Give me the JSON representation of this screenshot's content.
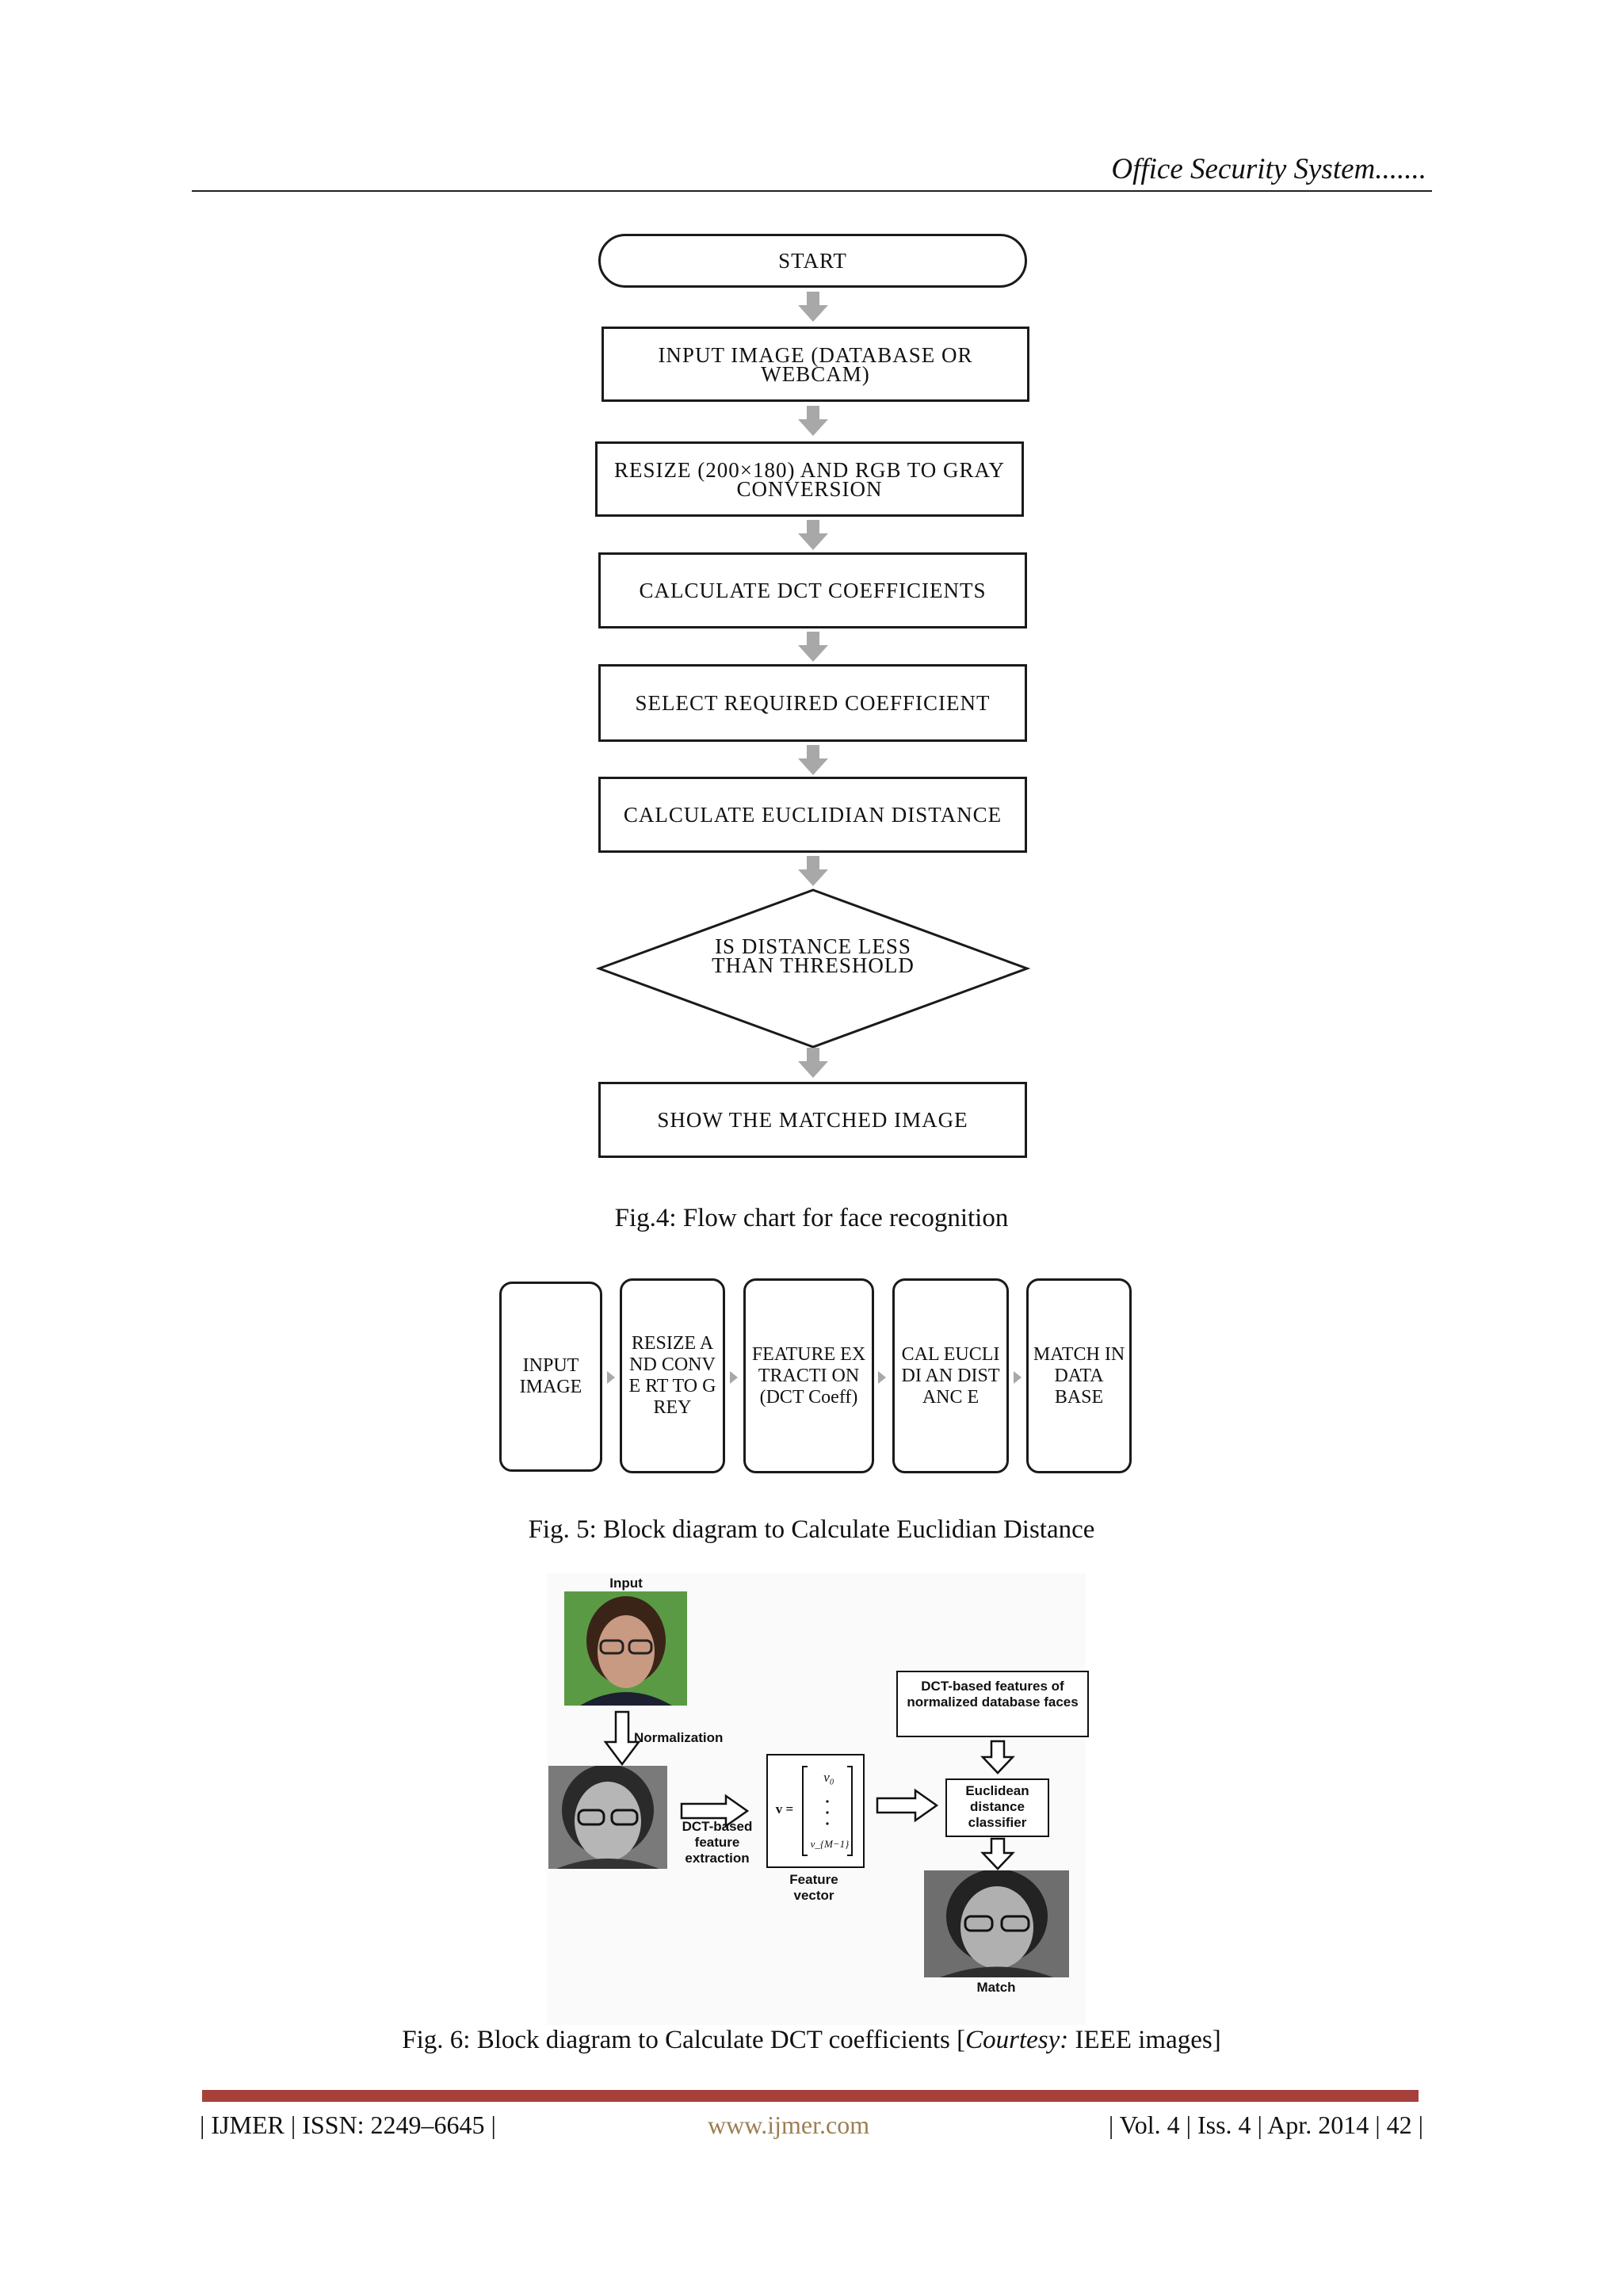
{
  "header": {
    "running_title": "Office Security System......."
  },
  "fig4": {
    "steps": [
      "START",
      "INPUT IMAGE (DATABASE OR WEBCAM)",
      "RESIZE (200×180) AND RGB  TO GRAY CONVERSION",
      "CALCULATE DCT COEFFICIENTS",
      "SELECT REQUIRED COEFFICIENT",
      "CALCULATE EUCLIDIAN DISTANCE",
      "IS DISTANCE LESS THAN THRESHOLD",
      "SHOW THE MATCHED IMAGE"
    ],
    "caption": "Fig.4: Flow chart for face recognition"
  },
  "fig5": {
    "blocks": [
      "INPUT IMAGE",
      "RESIZE AND CONVE RT TO GREY",
      "FEATURE EXTRACTI ON(DCT Coeff)",
      "CAL EUCLIDI AN DISTANC E",
      "MATCH IN DATA BASE"
    ],
    "caption": "Fig. 5: Block diagram to Calculate Euclidian Distance"
  },
  "fig6": {
    "input_label": "Input",
    "normalization_label": "Normalization",
    "dct_label": "DCT-based feature extraction",
    "vector_eq": "v =",
    "vector_top": "v₀",
    "vector_bottom": "v_{M−1}",
    "feature_vector_label": "Feature vector",
    "db_label": "DCT-based features of normalized database faces",
    "classifier_label": "Euclidean distance classifier",
    "match_label": "Match",
    "caption_prefix": "Fig. 6: Block diagram to Calculate DCT coefficients [",
    "caption_italic": "Courtesy:",
    "caption_suffix": "  IEEE images]"
  },
  "footer": {
    "left": "| IJMER | ISSN: 2249–6645 |",
    "center": "www.ijmer.com",
    "right": "| Vol. 4 | Iss. 4 | Apr. 2014 | 42 |"
  },
  "colors": {
    "footer_bar": "#a7403a",
    "link": "#9c7f52",
    "arrow": "#a8a8a8"
  }
}
